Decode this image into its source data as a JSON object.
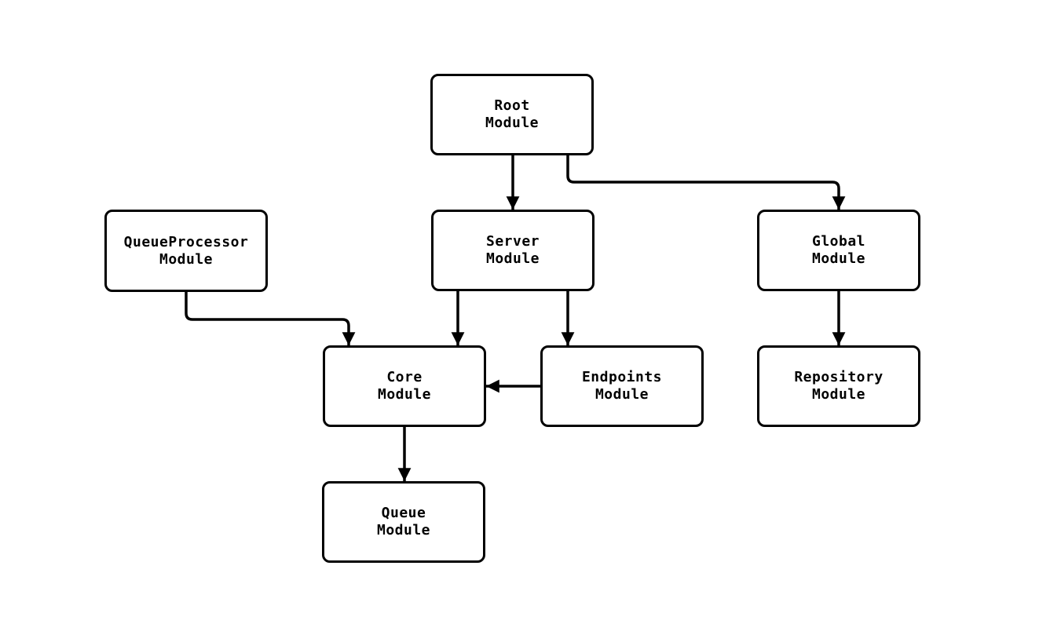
{
  "diagram": {
    "colors": {
      "background": "#ffffff",
      "node_fill": "#ffffff",
      "line": "#000000",
      "text": "#000000"
    },
    "nodes": [
      {
        "id": "root",
        "label": "Root\nModule"
      },
      {
        "id": "queueprocessor",
        "label": "QueueProcessor\nModule"
      },
      {
        "id": "server",
        "label": "Server\nModule"
      },
      {
        "id": "global",
        "label": "Global\nModule"
      },
      {
        "id": "core",
        "label": "Core\nModule"
      },
      {
        "id": "endpoints",
        "label": "Endpoints\nModule"
      },
      {
        "id": "repository",
        "label": "Repository\nModule"
      },
      {
        "id": "queue",
        "label": "Queue\nModule"
      }
    ],
    "edges": [
      {
        "from": "root",
        "to": "server"
      },
      {
        "from": "root",
        "to": "global"
      },
      {
        "from": "queueprocessor",
        "to": "core"
      },
      {
        "from": "server",
        "to": "core"
      },
      {
        "from": "server",
        "to": "endpoints"
      },
      {
        "from": "endpoints",
        "to": "core"
      },
      {
        "from": "global",
        "to": "repository"
      },
      {
        "from": "core",
        "to": "queue"
      }
    ]
  }
}
